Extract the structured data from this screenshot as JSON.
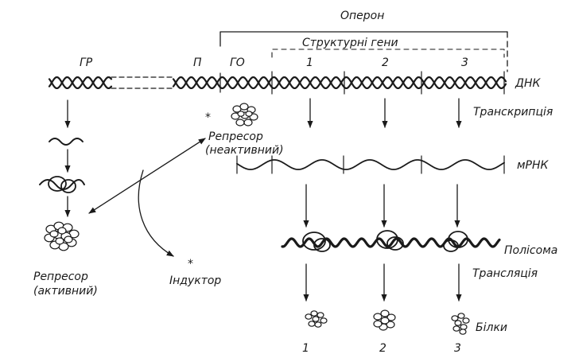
{
  "labels": {
    "operon": "Оперон",
    "structural_genes": "Структурні гени",
    "gr": "ГР",
    "p": "П",
    "go": "ГО",
    "gene1": "1",
    "gene2": "2",
    "gene3": "3",
    "dna": "ДНК",
    "transcription": "Транскрипція",
    "repressor_inactive_line1": "Репресор",
    "repressor_inactive_line2": "(неактивний)",
    "mrna": "мРНК",
    "polysome": "Полісома",
    "translation": "Трансляція",
    "repressor_active_line1": "Репресор",
    "repressor_active_line2": "(активний)",
    "inducer": "Індуктор",
    "proteins": "Білки",
    "protein1": "1",
    "protein2": "2",
    "protein3": "3",
    "star": "*"
  }
}
